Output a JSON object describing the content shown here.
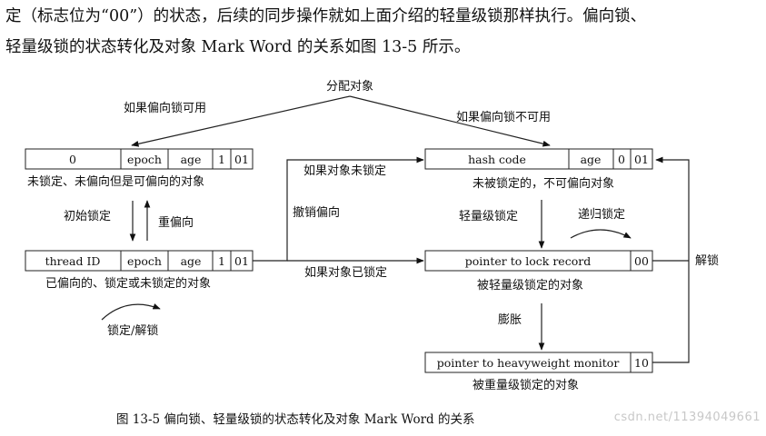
{
  "intro": {
    "line1": "定（标志位为“00”）的状态，后续的同步操作就如上面介绍的轻量级锁那样执行。偏向锁、",
    "line2": "轻量级锁的状态转化及对象 Mark Word 的关系如图 13-5 所示。"
  },
  "diagram": {
    "alloc": "分配对象",
    "if_biasable": "如果偏向锁可用",
    "if_not_biasable": "如果偏向锁不可用",
    "unbiased": {
      "cells": [
        "0",
        "epoch",
        "age",
        "1",
        "01"
      ],
      "caption": "未锁定、未偏向但是可偏向的对象"
    },
    "init_lock": "初始锁定",
    "rebias": "重偏向",
    "biased": {
      "cells": [
        "thread ID",
        "epoch",
        "age",
        "1",
        "01"
      ],
      "caption": "已偏向的、锁定或未锁定的对象"
    },
    "lock_unlock": "锁定/解锁",
    "if_unlocked": "如果对象未锁定",
    "revoke": "撤销偏向",
    "if_locked": "如果对象已锁定",
    "unlocked": {
      "cells": [
        "hash code",
        "age",
        "0",
        "01"
      ],
      "caption": "未被锁定的，不可偏向对象"
    },
    "lightweight_lock": "轻量级锁定",
    "recursive_lock": "递归锁定",
    "lightweight": {
      "cells": [
        "pointer to lock record",
        "00"
      ],
      "caption": "被轻量级锁定的对象"
    },
    "inflate": "膨胀",
    "unlock": "解锁",
    "heavyweight": {
      "cells": [
        "pointer to heavyweight monitor",
        "10"
      ],
      "caption": "被重量级锁定的对象"
    },
    "figure_caption": "图 13-5   偏向锁、轻量级锁的状态转化及对象 Mark Word 的关系"
  },
  "watermark": "csdn.net/11394049661"
}
